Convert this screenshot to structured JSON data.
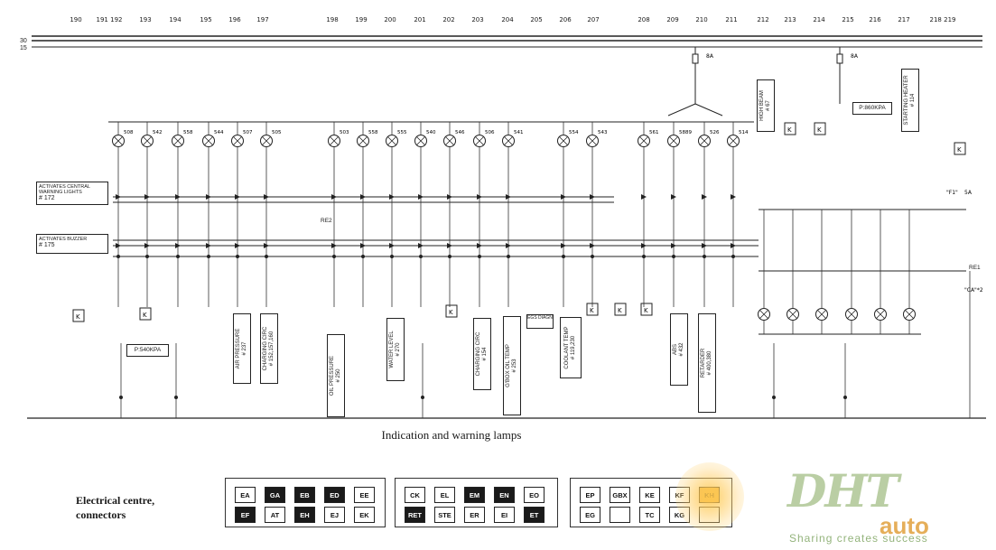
{
  "top_columns": [
    "190",
    "191 192",
    "193",
    "194",
    "195",
    "196",
    "197",
    "198",
    "199",
    "200",
    "201",
    "202",
    "203",
    "204",
    "205",
    "206",
    "207",
    "208",
    "209",
    "210",
    "211",
    "212",
    "213",
    "214",
    "215",
    "216",
    "217",
    "218 219"
  ],
  "rails": {
    "upper": "30",
    "lower": "15"
  },
  "lamp_numbers": [
    "508",
    "542",
    "558",
    "544",
    "507",
    "505",
    "503",
    "558",
    "555",
    "540",
    "546",
    "506",
    "541",
    "554",
    "543",
    "561",
    "5889",
    "526",
    "514"
  ],
  "vertical_labels": [
    {
      "id": "air-pressure",
      "text": "AIR PRESSURE",
      "sub": "# 237"
    },
    {
      "id": "charging-circ-1",
      "text": "CHARGING CIRC",
      "sub": "# 152,157,160"
    },
    {
      "id": "oil-pressure",
      "text": "OIL PRESSURE",
      "sub": "# 250"
    },
    {
      "id": "water-level",
      "text": "WATER LEVEL",
      "sub": "# 270"
    },
    {
      "id": "charging-circ-2",
      "text": "CHARGING CIRC",
      "sub": "# 154"
    },
    {
      "id": "gbox-oil-temp",
      "text": "G'BOX OIL TEMP",
      "sub": "# 253"
    },
    {
      "id": "coolant-temp",
      "text": "COOLANT TEMP",
      "sub": "# 119,230"
    },
    {
      "id": "abs",
      "text": "ABS",
      "sub": "# 432"
    },
    {
      "id": "retarder",
      "text": "RETARDER",
      "sub": "# 400,380"
    },
    {
      "id": "high-beam",
      "text": "HIGH BEAM",
      "sub": "# 67"
    },
    {
      "id": "starting-heater",
      "text": "STARTING HEATER",
      "sub": "# 114"
    }
  ],
  "side_boxes": [
    {
      "id": "central-warning",
      "text": "ACTIVATES CENTRAL WARNING LIGHTS",
      "sub": "# 172"
    },
    {
      "id": "buzzer",
      "text": "ACTIVATES BUZZER",
      "sub": "# 175"
    }
  ],
  "small_labels": [
    "P:540KPA",
    "P:860KPA",
    "RE2",
    "RE1",
    "EGS DIAGN",
    "8A",
    "5A",
    "\"CA\"*2",
    "\"F1\"",
    "K"
  ],
  "caption": "Indication and warning lamps",
  "electrical_centre": {
    "title_line1": "Electrical centre,",
    "title_line2": "connectors",
    "groups": [
      {
        "cells": [
          {
            "label": "EA",
            "filled": false
          },
          {
            "label": "GA",
            "filled": true
          },
          {
            "label": "EB",
            "filled": true
          },
          {
            "label": "ED",
            "filled": true
          },
          {
            "label": "EE",
            "filled": false
          },
          {
            "label": "EF",
            "filled": true
          },
          {
            "label": "AT",
            "filled": false
          },
          {
            "label": "EH",
            "filled": true
          },
          {
            "label": "EJ",
            "filled": false
          },
          {
            "label": "EK",
            "filled": false
          }
        ]
      },
      {
        "cells": [
          {
            "label": "CK",
            "filled": false
          },
          {
            "label": "EL",
            "filled": false
          },
          {
            "label": "EM",
            "filled": true
          },
          {
            "label": "EN",
            "filled": true
          },
          {
            "label": "EO",
            "filled": false
          },
          {
            "label": "RET",
            "filled": true
          },
          {
            "label": "STE",
            "filled": false
          },
          {
            "label": "ER",
            "filled": false
          },
          {
            "label": "EI",
            "filled": false
          },
          {
            "label": "ET",
            "filled": true
          }
        ]
      },
      {
        "cells": [
          {
            "label": "EP",
            "filled": false
          },
          {
            "label": "GBX",
            "filled": false
          },
          {
            "label": "KE",
            "filled": false
          },
          {
            "label": "KF",
            "filled": false
          },
          {
            "label": "KH",
            "filled": false,
            "accent": true
          },
          {
            "label": "EG",
            "filled": false
          },
          {
            "label": "",
            "filled": false
          },
          {
            "label": "TC",
            "filled": false
          },
          {
            "label": "KG",
            "filled": false
          },
          {
            "label": "",
            "filled": false
          }
        ]
      }
    ]
  },
  "watermark": {
    "logo": "DHT",
    "word": "auto",
    "slogan": "Sharing creates success"
  }
}
